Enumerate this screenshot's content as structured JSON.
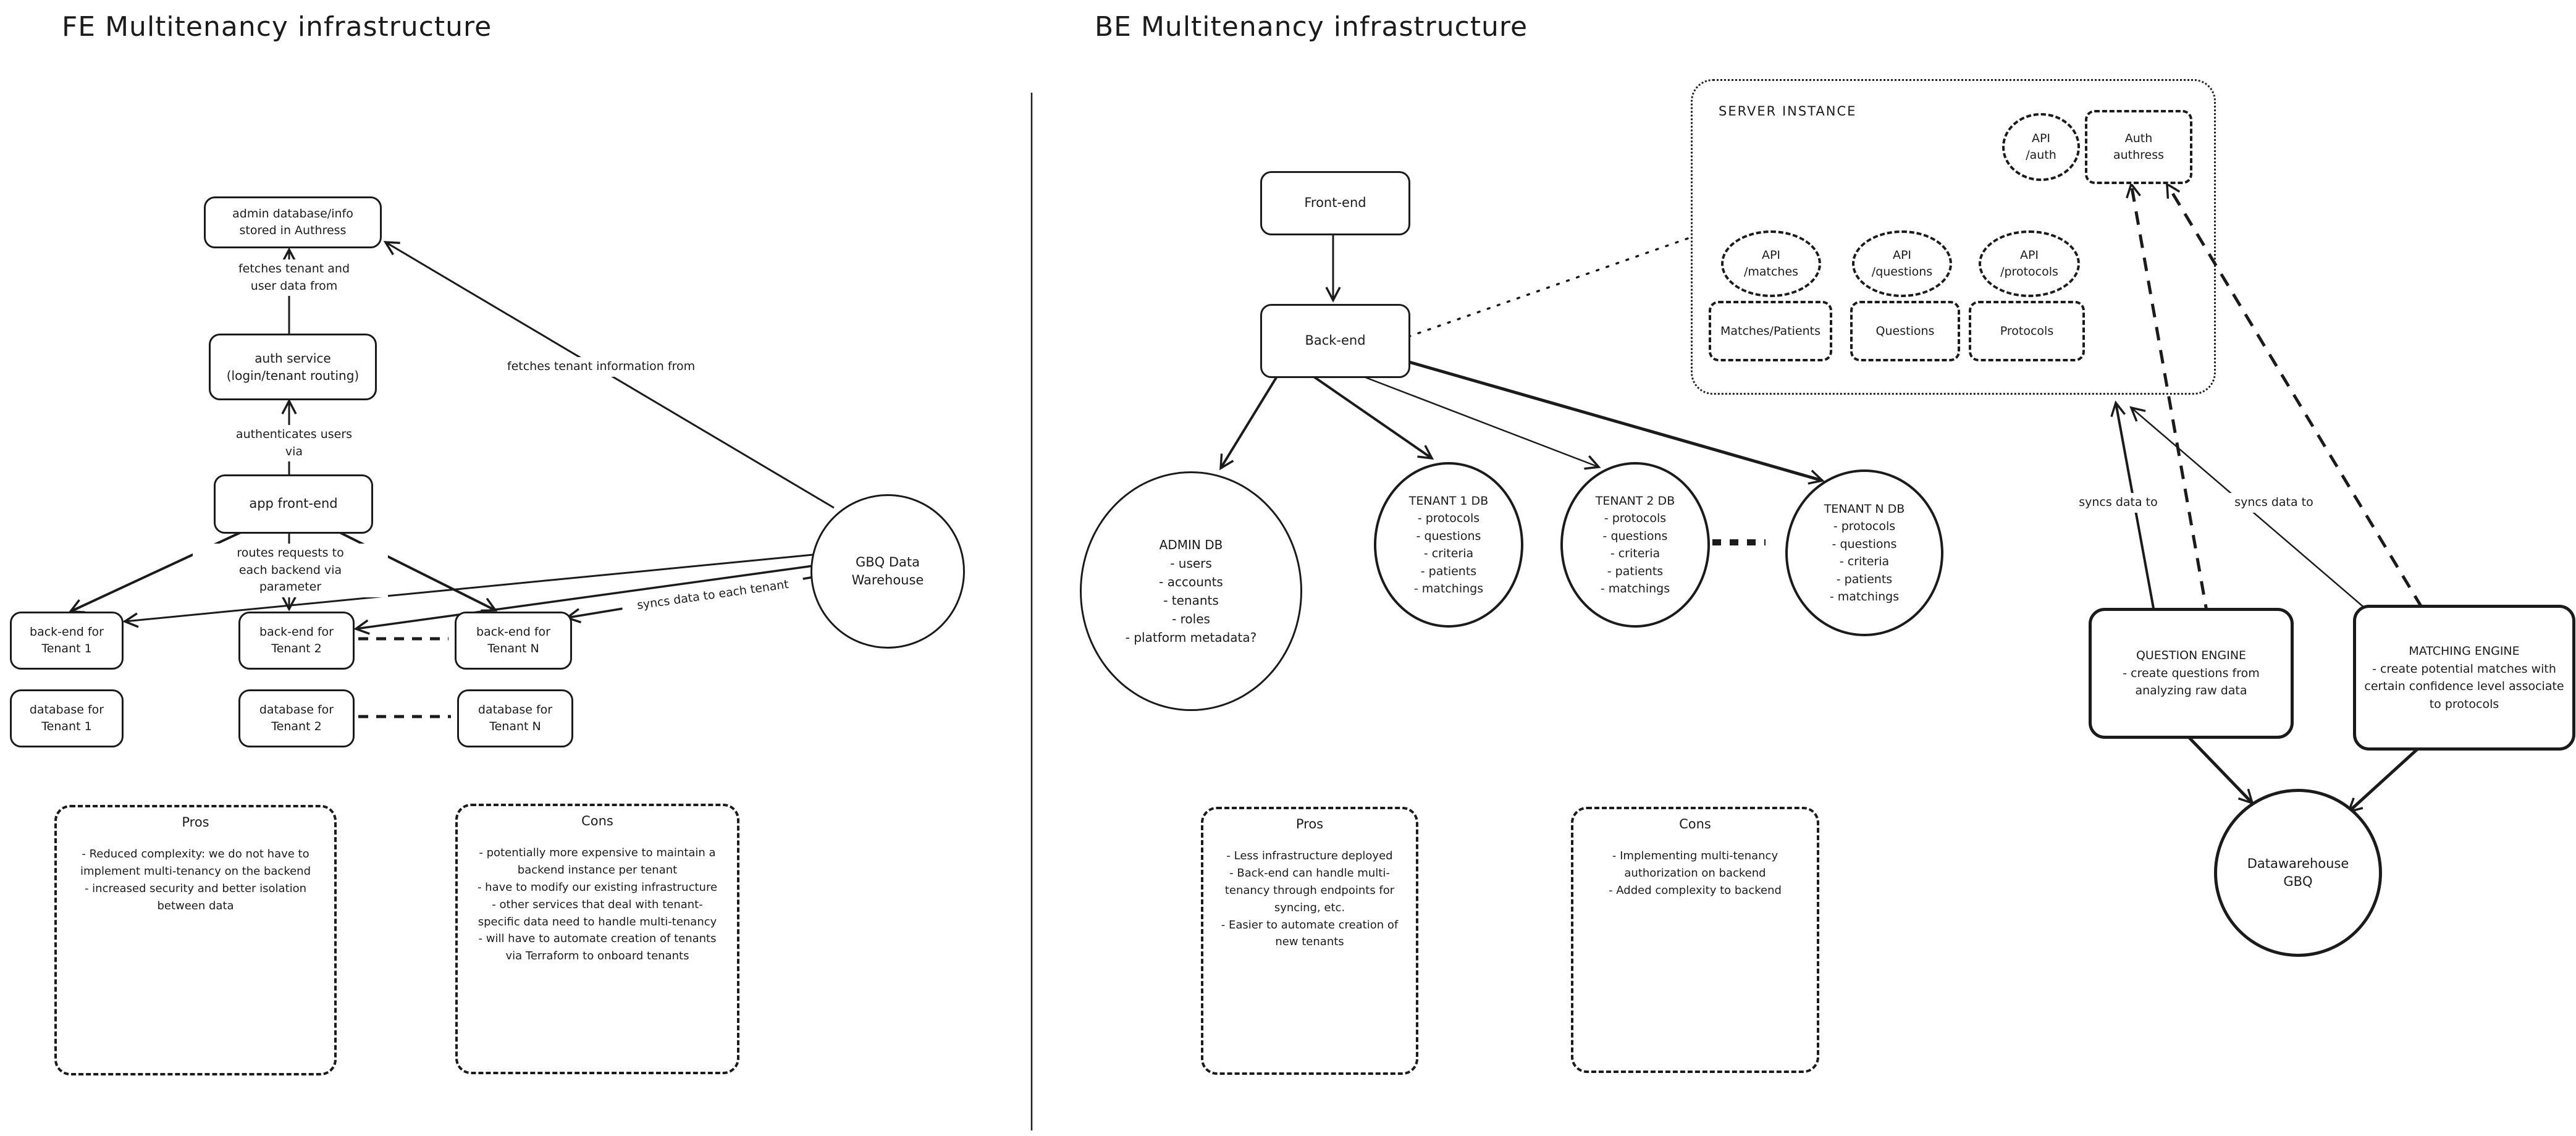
{
  "colors": {
    "ink": "#1b1b1b",
    "background": "#ffffff"
  },
  "fe": {
    "title": "FE Multitenancy infrastructure",
    "nodes": {
      "admin_db": "admin database/info\nstored in Authress",
      "auth_service": "auth service\n(login/tenant routing)",
      "app_frontend": "app front-end",
      "backend_t1": "back-end for\nTenant 1",
      "backend_t2": "back-end for\nTenant 2",
      "backend_tn": "back-end for\nTenant N",
      "database_t1": "database for\nTenant 1",
      "database_t2": "database for\nTenant 2",
      "database_tn": "database for\nTenant N",
      "gbq": "GBQ Data\nWarehouse"
    },
    "labels": {
      "fetches_tenant_user": "fetches tenant and\nuser data from",
      "authenticates": "authenticates users\nvia",
      "routes": "routes requests to\neach backend via\nparameter",
      "fetches_tenant_info": "fetches tenant information from",
      "syncs": "syncs data to each tenant"
    },
    "pros": {
      "title": "Pros",
      "text": "- Reduced complexity: we do not have to\nimplement multi-tenancy on the backend\n- increased security and better isolation\nbetween data"
    },
    "cons": {
      "title": "Cons",
      "text": "- potentially more expensive to maintain a\nbackend instance per tenant\n- have to modify our existing infrastructure\n- other services that deal with tenant-\nspecific data need to handle multi-tenancy\n- will have to automate creation of tenants\nvia Terraform to onboard tenants"
    }
  },
  "be": {
    "title": "BE Multitenancy infrastructure",
    "nodes": {
      "frontend": "Front-end",
      "backend": "Back-end",
      "admin_db": "ADMIN DB\n- users\n- accounts\n- tenants\n- roles\n- platform metadata?",
      "tenant1_db": "TENANT 1 DB\n- protocols\n- questions\n- criteria\n- patients\n- matchings",
      "tenant2_db": "TENANT 2 DB\n- protocols\n- questions\n- criteria\n- patients\n- matchings",
      "tenantn_db": "TENANT N DB\n- protocols\n- questions\n- criteria\n- patients\n- matchings",
      "question_engine": "QUESTION ENGINE\n- create questions from\nanalyzing raw data",
      "matching_engine": "MATCHING ENGINE\n- create potential matches with\ncertain confidence level associate\nto protocols",
      "datawarehouse": "Datawarehouse\nGBQ"
    },
    "server_instance": {
      "label": "SERVER INSTANCE",
      "api_auth": "API\n/auth",
      "auth_authress": "Auth\nauthress",
      "api_matches": "API\n/matches",
      "api_questions": "API\n/questions",
      "api_protocols": "API\n/protocols",
      "matches_patients": "Matches/Patients",
      "questions": "Questions",
      "protocols": "Protocols"
    },
    "labels": {
      "syncs1": "syncs data to",
      "syncs2": "syncs data to"
    },
    "pros": {
      "title": "Pros",
      "text": "- Less infrastructure deployed\n- Back-end can handle multi-\ntenancy through endpoints for\nsyncing, etc.\n- Easier to automate creation of\nnew tenants"
    },
    "cons": {
      "title": "Cons",
      "text": "- Implementing multi-tenancy\nauthorization on backend\n- Added complexity to backend"
    }
  }
}
